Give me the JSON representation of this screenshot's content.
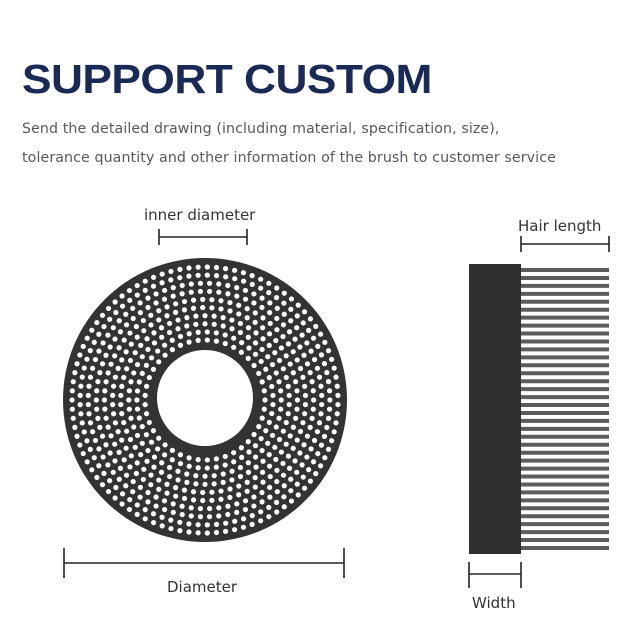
{
  "header": {
    "title": "SUPPORT CUSTOM",
    "line1": "Send the detailed drawing (including material, specification, size),",
    "line2": "tolerance quantity and other information of the brush to customer service"
  },
  "disc": {
    "inner_label": "inner diameter",
    "outer_label": "Diameter",
    "hole_rings": 10,
    "body_color": "#333333",
    "hole_color": "#ffffff"
  },
  "side_view": {
    "hair_label": "Hair length",
    "width_label": "Width",
    "bristle_count": 36,
    "base_color": "#2f2f2f",
    "bristle_color": "#5c5c5c"
  }
}
